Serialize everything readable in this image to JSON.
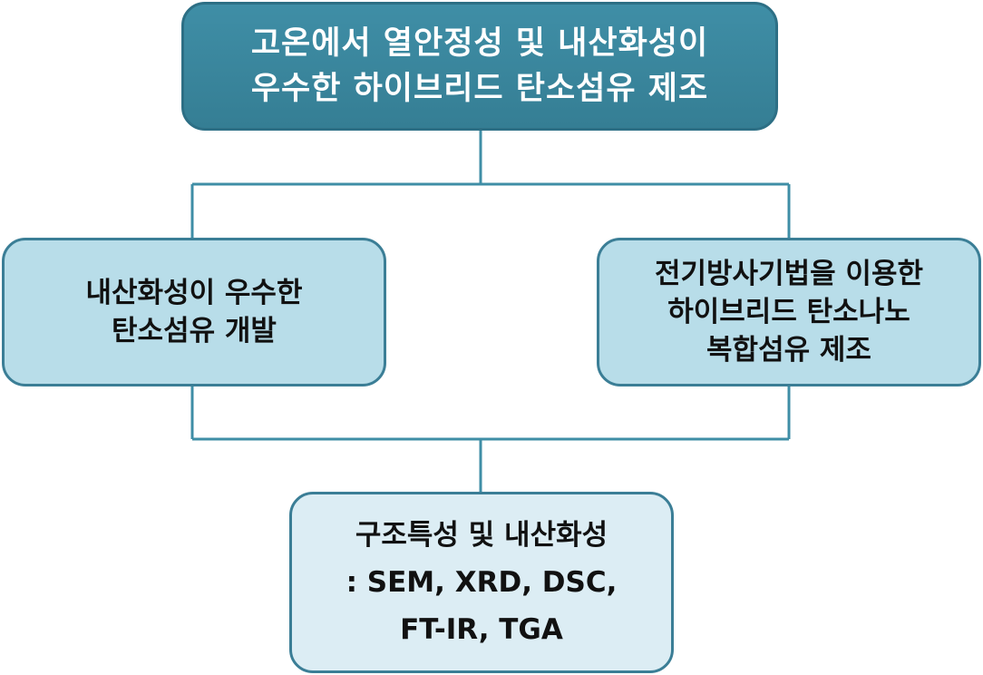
{
  "diagram": {
    "top_node": {
      "lines": [
        "고온에서 열안정성 및 내산화성이",
        "우수한 하이브리드 탄소섬유 제조"
      ]
    },
    "left_node": {
      "lines": [
        "내산화성이 우수한",
        "탄소섬유 개발"
      ]
    },
    "right_node": {
      "lines": [
        "전기방사기법을 이용한",
        "하이브리드 탄소나노",
        "복합섬유 제조"
      ]
    },
    "bottom_node": {
      "lines": [
        "구조특성 및 내산화성",
        ": SEM, XRD, DSC,",
        "FT-IR, TGA"
      ]
    }
  },
  "colors": {
    "top_fill": "#3b879e",
    "mid_fill": "#b8dde9",
    "bottom_fill": "#dcedf4",
    "border": "#3b7e96",
    "connector": "#3f8ea6"
  }
}
